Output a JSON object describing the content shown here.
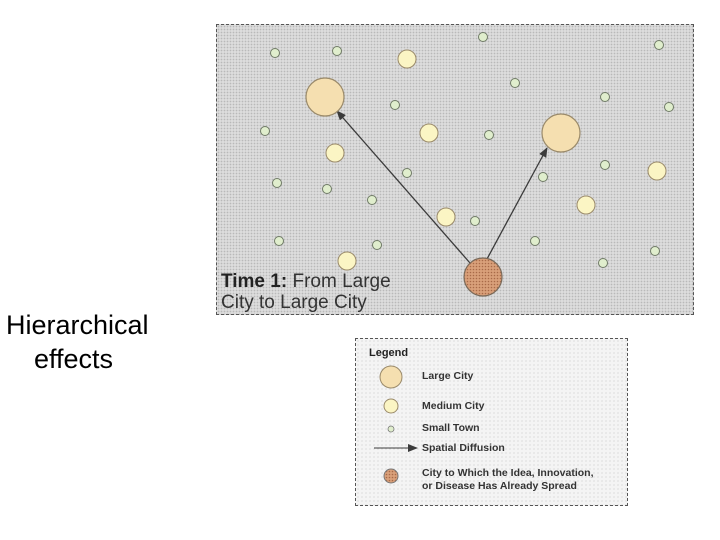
{
  "slide_label": {
    "line1": "Hierarchical",
    "line2": "effects"
  },
  "map": {
    "caption_prefix": "Time 1:",
    "caption_rest_line1": " From Large",
    "caption_line2": "City to Large City",
    "colors": {
      "large_city_fill": "#f5dfb0",
      "medium_city_fill": "#fbf5c4",
      "small_town_fill": "#e0eecd",
      "origin_fill": "#d9a07a",
      "arrow": "#3b3b3b"
    }
  },
  "legend": {
    "title": "Legend",
    "items": [
      {
        "symbol": "large-city",
        "label": "Large City"
      },
      {
        "symbol": "medium-city",
        "label": "Medium City"
      },
      {
        "symbol": "small-town",
        "label": "Small Town"
      },
      {
        "symbol": "spatial-diffusion-arrow",
        "label": "Spatial Diffusion"
      },
      {
        "symbol": "origin-city",
        "label_line1": "City to Which the Idea, Innovation,",
        "label_line2": "or Disease Has Already Spread"
      }
    ]
  }
}
